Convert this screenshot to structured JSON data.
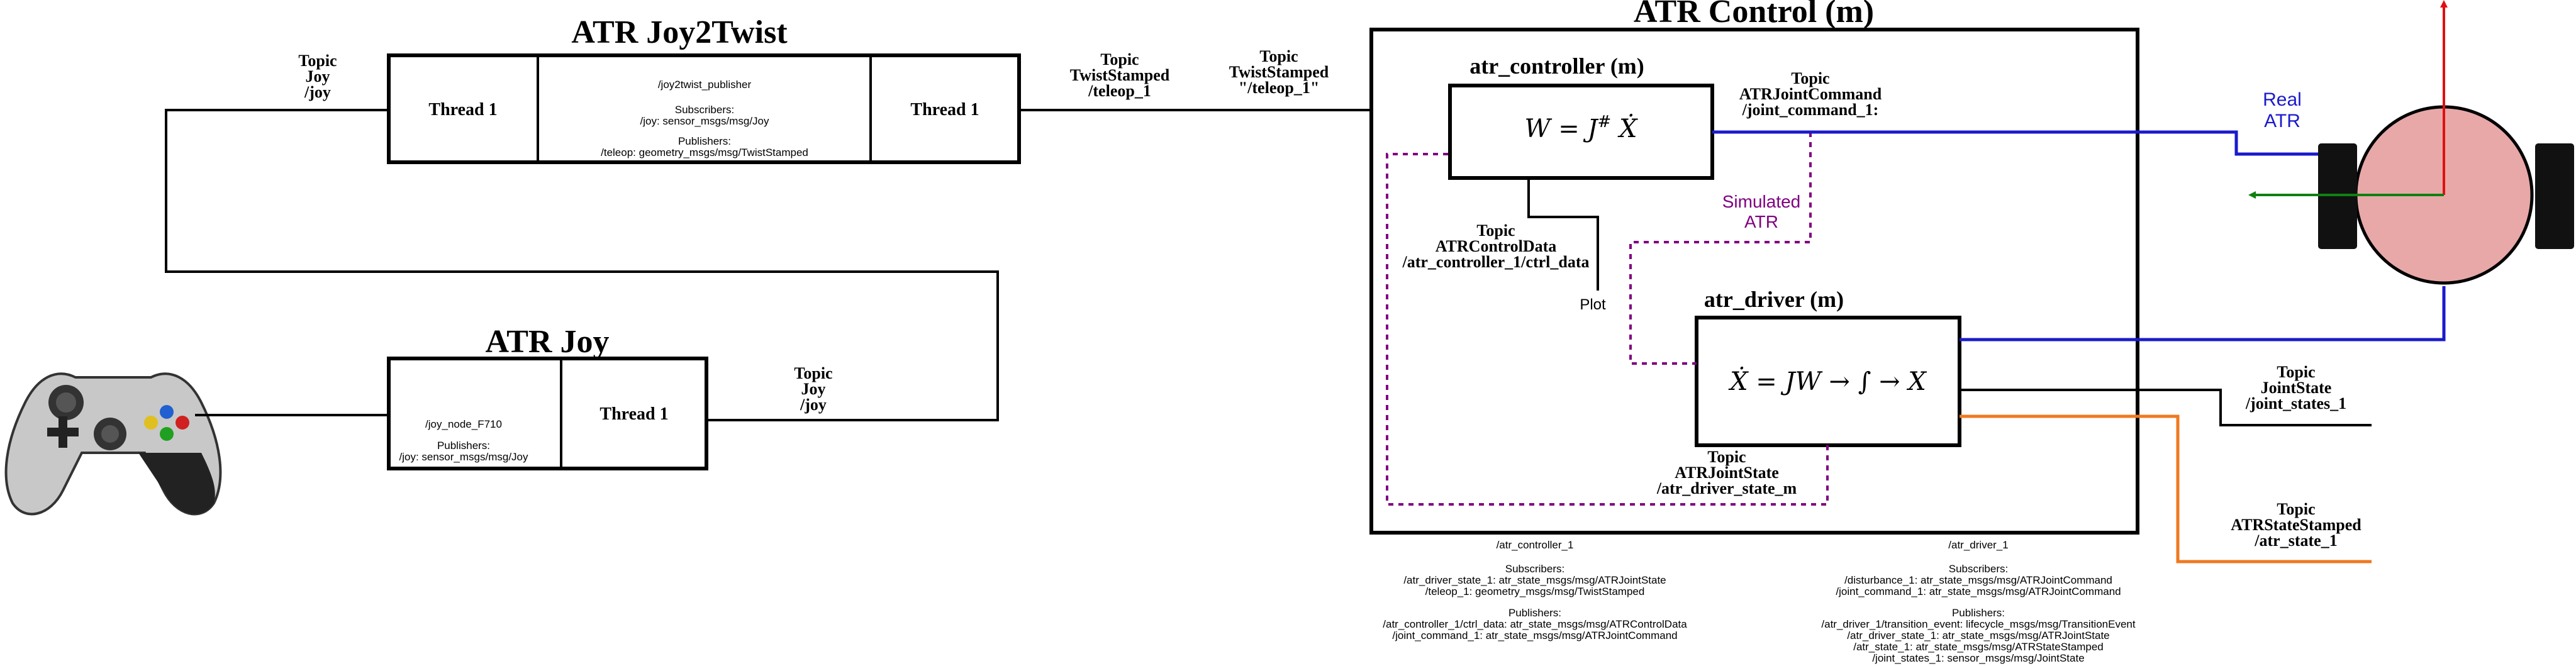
{
  "joy2twist": {
    "title": "ATR Joy2Twist",
    "thread_left": "Thread 1",
    "thread_right": "Thread 1",
    "node_name": "/joy2twist_publisher",
    "subscribers_header": "Subscribers:",
    "subscriber_1": "/joy: sensor_msgs/msg/Joy",
    "publishers_header": "Publishers:",
    "publisher_1": "/teleop: geometry_msgs/msg/TwistStamped"
  },
  "atr_joy": {
    "title": "ATR Joy",
    "node_name": "/joy_node_F710",
    "publishers_header": "Publishers:",
    "publisher_1": "/joy: sensor_msgs/msg/Joy",
    "thread": "Thread 1"
  },
  "topics": {
    "joy_top": {
      "l1": "Topic",
      "l2": "Joy",
      "l3": "/joy"
    },
    "joy_mid": {
      "l1": "Topic",
      "l2": "Joy",
      "l3": "/joy"
    },
    "teleop_a": {
      "l1": "Topic",
      "l2": "TwistStamped",
      "l3": "/teleop_1"
    },
    "teleop_b": {
      "l1": "Topic",
      "l2": "TwistStamped",
      "l3": "\"/teleop_1\""
    },
    "joint_command": {
      "l1": "Topic",
      "l2": "ATRJointCommand",
      "l3": "/joint_command_1:"
    },
    "ctrl_data": {
      "l1": "Topic",
      "l2": "ATRControlData",
      "l3": "/atr_controller_1/ctrl_data"
    },
    "driver_state": {
      "l1": "Topic",
      "l2": "ATRJointState",
      "l3": "/atr_driver_state_m"
    },
    "joint_states": {
      "l1": "Topic",
      "l2": "JointState",
      "l3": "/joint_states_1"
    },
    "atr_state": {
      "l1": "Topic",
      "l2": "ATRStateStamped",
      "l3": "/atr_state_1"
    }
  },
  "atr_control": {
    "title": "ATR Control (m)",
    "controller_title": "atr_controller (m)",
    "driver_title": "atr_driver (m)",
    "plot_label": "Plot",
    "simulated_l1": "Simulated",
    "simulated_l2": "ATR",
    "real_l1": "Real",
    "real_l2": "ATR"
  },
  "controller_info": {
    "node_name": "/atr_controller_1",
    "subscribers_header": "Subscribers:",
    "sub_1": "/atr_driver_state_1: atr_state_msgs/msg/ATRJointState",
    "sub_2": "/teleop_1: geometry_msgs/msg/TwistStamped",
    "publishers_header": "Publishers:",
    "pub_1": "/atr_controller_1/ctrl_data: atr_state_msgs/msg/ATRControlData",
    "pub_2": "/joint_command_1: atr_state_msgs/msg/ATRJointCommand"
  },
  "driver_info": {
    "node_name": "/atr_driver_1",
    "subscribers_header": "Subscribers:",
    "sub_1": "/disturbance_1: atr_state_msgs/msg/ATRJointCommand",
    "sub_2": "/joint_command_1: atr_state_msgs/msg/ATRJointCommand",
    "publishers_header": "Publishers:",
    "pub_1": "/atr_driver_1/transition_event: lifecycle_msgs/msg/TransitionEvent",
    "pub_2": "/atr_driver_state_1: atr_state_msgs/msg/ATRJointState",
    "pub_3": "/atr_state_1: atr_state_msgs/msg/ATRStateStamped",
    "pub_4": "/joint_states_1: sensor_msgs/msg/JointState"
  },
  "colors": {
    "blue": "#1a1acc",
    "purple": "#800080",
    "orange": "#f07820",
    "robot_body": "#e8a8a8",
    "axis_red": "#e01010",
    "axis_green": "#108010"
  },
  "icons": [
    "gamepad-icon",
    "robot-icon"
  ]
}
